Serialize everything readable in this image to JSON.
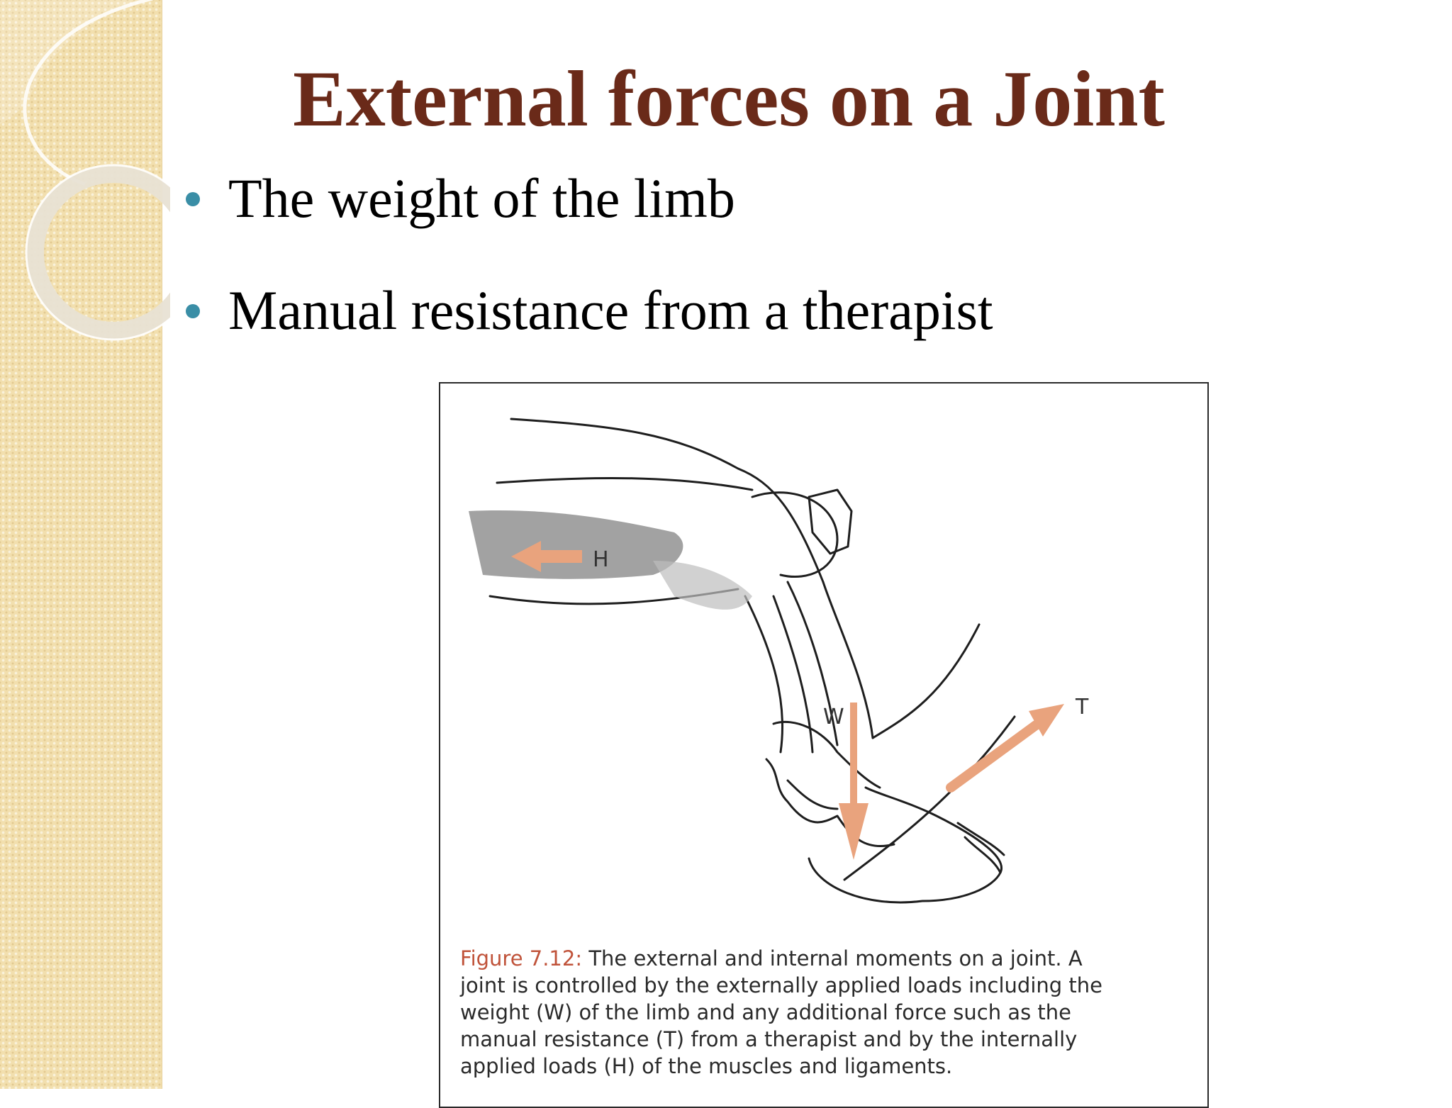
{
  "slide": {
    "title": "External forces on a Joint",
    "bullets": [
      {
        "text": "The weight of the limb"
      },
      {
        "text": "Manual resistance from a therapist"
      }
    ]
  },
  "figure": {
    "labels": {
      "h": "H",
      "w": "W",
      "t": "T"
    },
    "caption": {
      "label": "Figure 7.12:",
      "body": " The external and internal moments on a joint. A\njoint is controlled by the externally applied loads including the\nweight (W) of the limb and any additional force such as the\nmanual resistance (T) from a therapist and by the internally\napplied loads (H) of the muscles and ligaments."
    }
  },
  "colors": {
    "title": "#6a2a19",
    "bullet": "#3a8ea6",
    "arrow": "#e9a37d",
    "caption_label": "#c0533a",
    "side_band": "#f2dfae"
  }
}
